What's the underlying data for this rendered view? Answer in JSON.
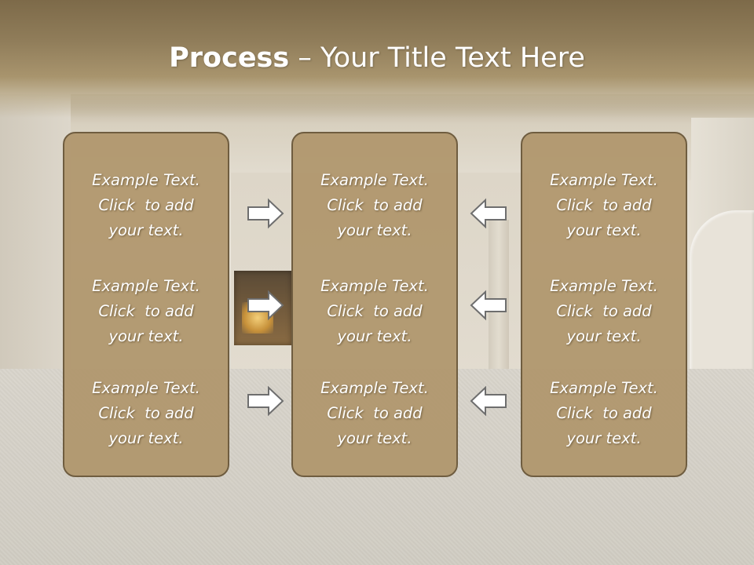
{
  "slide": {
    "title_bold": "Process",
    "title_rest": " – Your Title Text Here"
  },
  "panels": [
    {
      "blocks": [
        {
          "line1": "Example Text.",
          "line2": "Click  to add",
          "line3": "your text."
        },
        {
          "line1": "Example Text.",
          "line2": "Click  to add",
          "line3": "your text."
        },
        {
          "line1": "Example Text.",
          "line2": "Click  to add",
          "line3": "your text."
        }
      ]
    },
    {
      "blocks": [
        {
          "line1": "Example Text.",
          "line2": "Click  to add",
          "line3": "your text."
        },
        {
          "line1": "Example Text.",
          "line2": "Click  to add",
          "line3": "your text."
        },
        {
          "line1": "Example Text.",
          "line2": "Click  to add",
          "line3": "your text."
        }
      ]
    },
    {
      "blocks": [
        {
          "line1": "Example Text.",
          "line2": "Click  to add",
          "line3": "your text."
        },
        {
          "line1": "Example Text.",
          "line2": "Click  to add",
          "line3": "your text."
        },
        {
          "line1": "Example Text.",
          "line2": "Click  to add",
          "line3": "your text."
        }
      ]
    }
  ],
  "arrows": {
    "left_column": [
      "right-arrow-icon",
      "right-arrow-icon",
      "right-arrow-icon"
    ],
    "right_column": [
      "left-arrow-icon",
      "left-arrow-icon",
      "left-arrow-icon"
    ]
  },
  "colors": {
    "header": "#8a7652",
    "panel_fill": "#af966c",
    "panel_border": "#6f5d40",
    "text": "#ffffff",
    "arrow_fill": "#ffffff",
    "arrow_stroke": "#6e6e6e"
  }
}
